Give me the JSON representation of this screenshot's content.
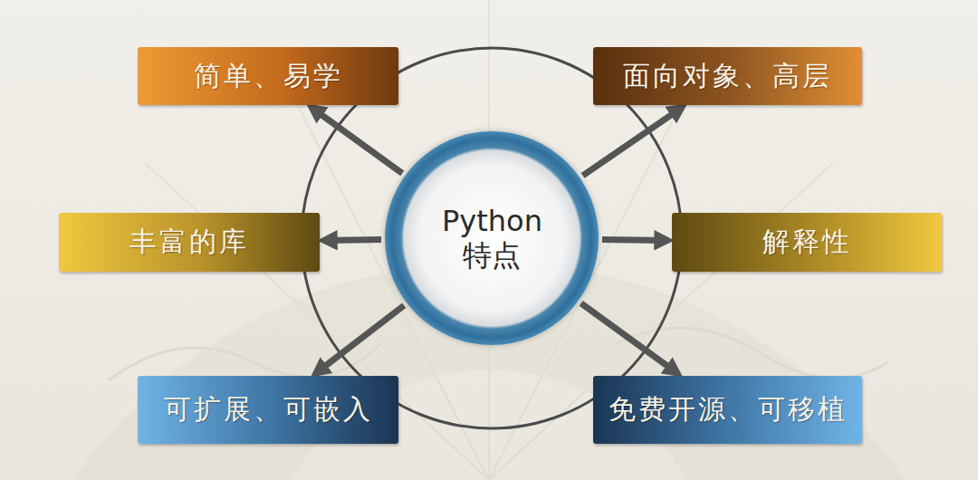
{
  "diagram": {
    "nodes": [
      {
        "text": [
          "Python 特点"
        ]
      },
      {
        "text": [
          "简单、易学"
        ]
      },
      {
        "text": [
          "面向对象、高层"
        ]
      },
      {
        "text": [
          "丰富的库"
        ]
      },
      {
        "text": [
          "解释性"
        ]
      },
      {
        "text": [
          "可扩展、可嵌入"
        ]
      },
      {
        "text": [
          "免费开源、可移植"
        ]
      }
    ],
    "edges": [
      {
        "from": 0,
        "to": 1,
        "arrow": "to"
      },
      {
        "from": 0,
        "to": 2,
        "arrow": "to"
      },
      {
        "from": 0,
        "to": 3,
        "arrow": "to"
      },
      {
        "from": 0,
        "to": 4,
        "arrow": "to"
      },
      {
        "from": 0,
        "to": 5,
        "arrow": "to"
      },
      {
        "from": 0,
        "to": 6,
        "arrow": "to"
      }
    ]
  }
}
